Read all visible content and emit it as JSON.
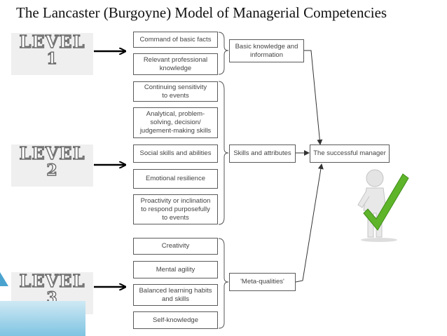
{
  "title": "The Lancaster (Burgoyne) Model of Managerial Competencies",
  "levels": [
    {
      "word": "LEVEL",
      "num": "1"
    },
    {
      "word": "LEVEL",
      "num": "2"
    },
    {
      "word": "LEVEL",
      "num": "3"
    }
  ],
  "level1_items": [
    "Command of basic facts",
    "Relevant professional\nknowledge"
  ],
  "level2_items": [
    "Continuing sensitivity\nto events",
    "Analytical, problem-\nsolving, decision/\njudgement-making skills",
    "Social skills and abilities",
    "Emotional resilience",
    "Proactivity or inclination\nto respond purposefully\nto events"
  ],
  "level3_items": [
    "Creativity",
    "Mental agility",
    "Balanced learning habits\nand skills",
    "Self-knowledge"
  ],
  "groups": {
    "basic": "Basic knowledge and\ninformation",
    "skills": "Skills and attributes",
    "meta": "'Meta-qualities'"
  },
  "outcome": "The successful manager",
  "colors": {
    "check": "#5fb52a",
    "level_fill": "#efefef",
    "accent": "#4aa3cf"
  }
}
